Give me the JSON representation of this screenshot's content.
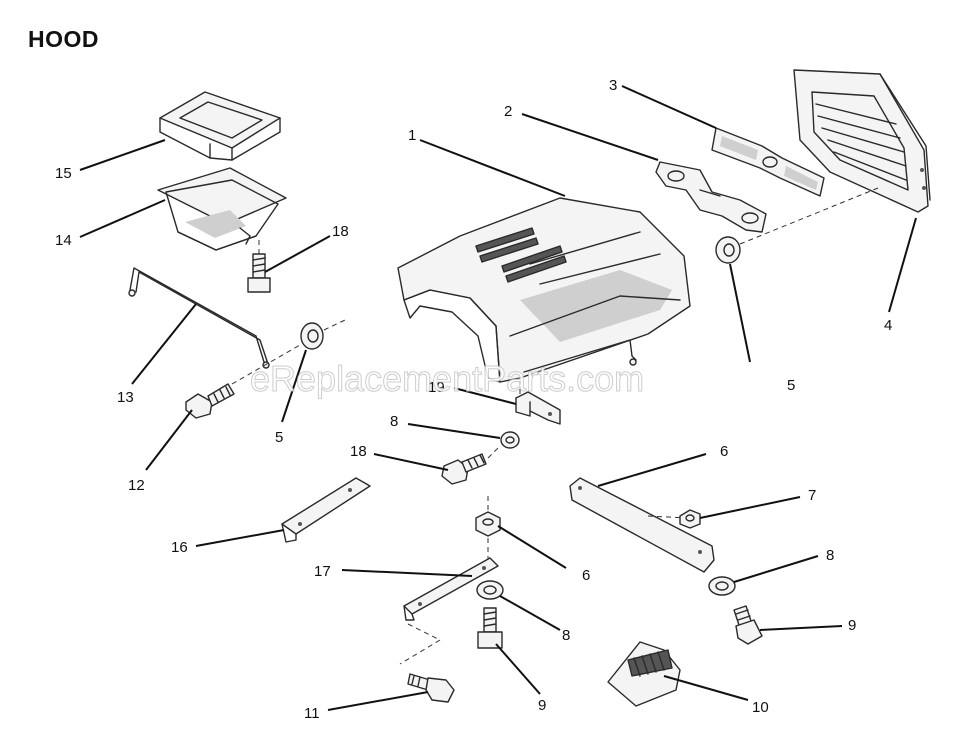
{
  "title": "HOOD",
  "watermark": "eReplacementParts.com",
  "callouts": [
    {
      "id": "c1",
      "label": "1"
    },
    {
      "id": "c2",
      "label": "2"
    },
    {
      "id": "c3",
      "label": "3"
    },
    {
      "id": "c4",
      "label": "4"
    },
    {
      "id": "c5a",
      "label": "5"
    },
    {
      "id": "c5b",
      "label": "5"
    },
    {
      "id": "c6a",
      "label": "6"
    },
    {
      "id": "c6b",
      "label": "6"
    },
    {
      "id": "c7",
      "label": "7"
    },
    {
      "id": "c8a",
      "label": "8"
    },
    {
      "id": "c8b",
      "label": "8"
    },
    {
      "id": "c8c",
      "label": "8"
    },
    {
      "id": "c9a",
      "label": "9"
    },
    {
      "id": "c9b",
      "label": "9"
    },
    {
      "id": "c10",
      "label": "10"
    },
    {
      "id": "c11",
      "label": "11"
    },
    {
      "id": "c12",
      "label": "12"
    },
    {
      "id": "c13",
      "label": "13"
    },
    {
      "id": "c14",
      "label": "14"
    },
    {
      "id": "c15",
      "label": "15"
    },
    {
      "id": "c16",
      "label": "16"
    },
    {
      "id": "c17",
      "label": "17"
    },
    {
      "id": "c18a",
      "label": "18"
    },
    {
      "id": "c18b",
      "label": "18"
    },
    {
      "id": "c19",
      "label": "19"
    }
  ]
}
